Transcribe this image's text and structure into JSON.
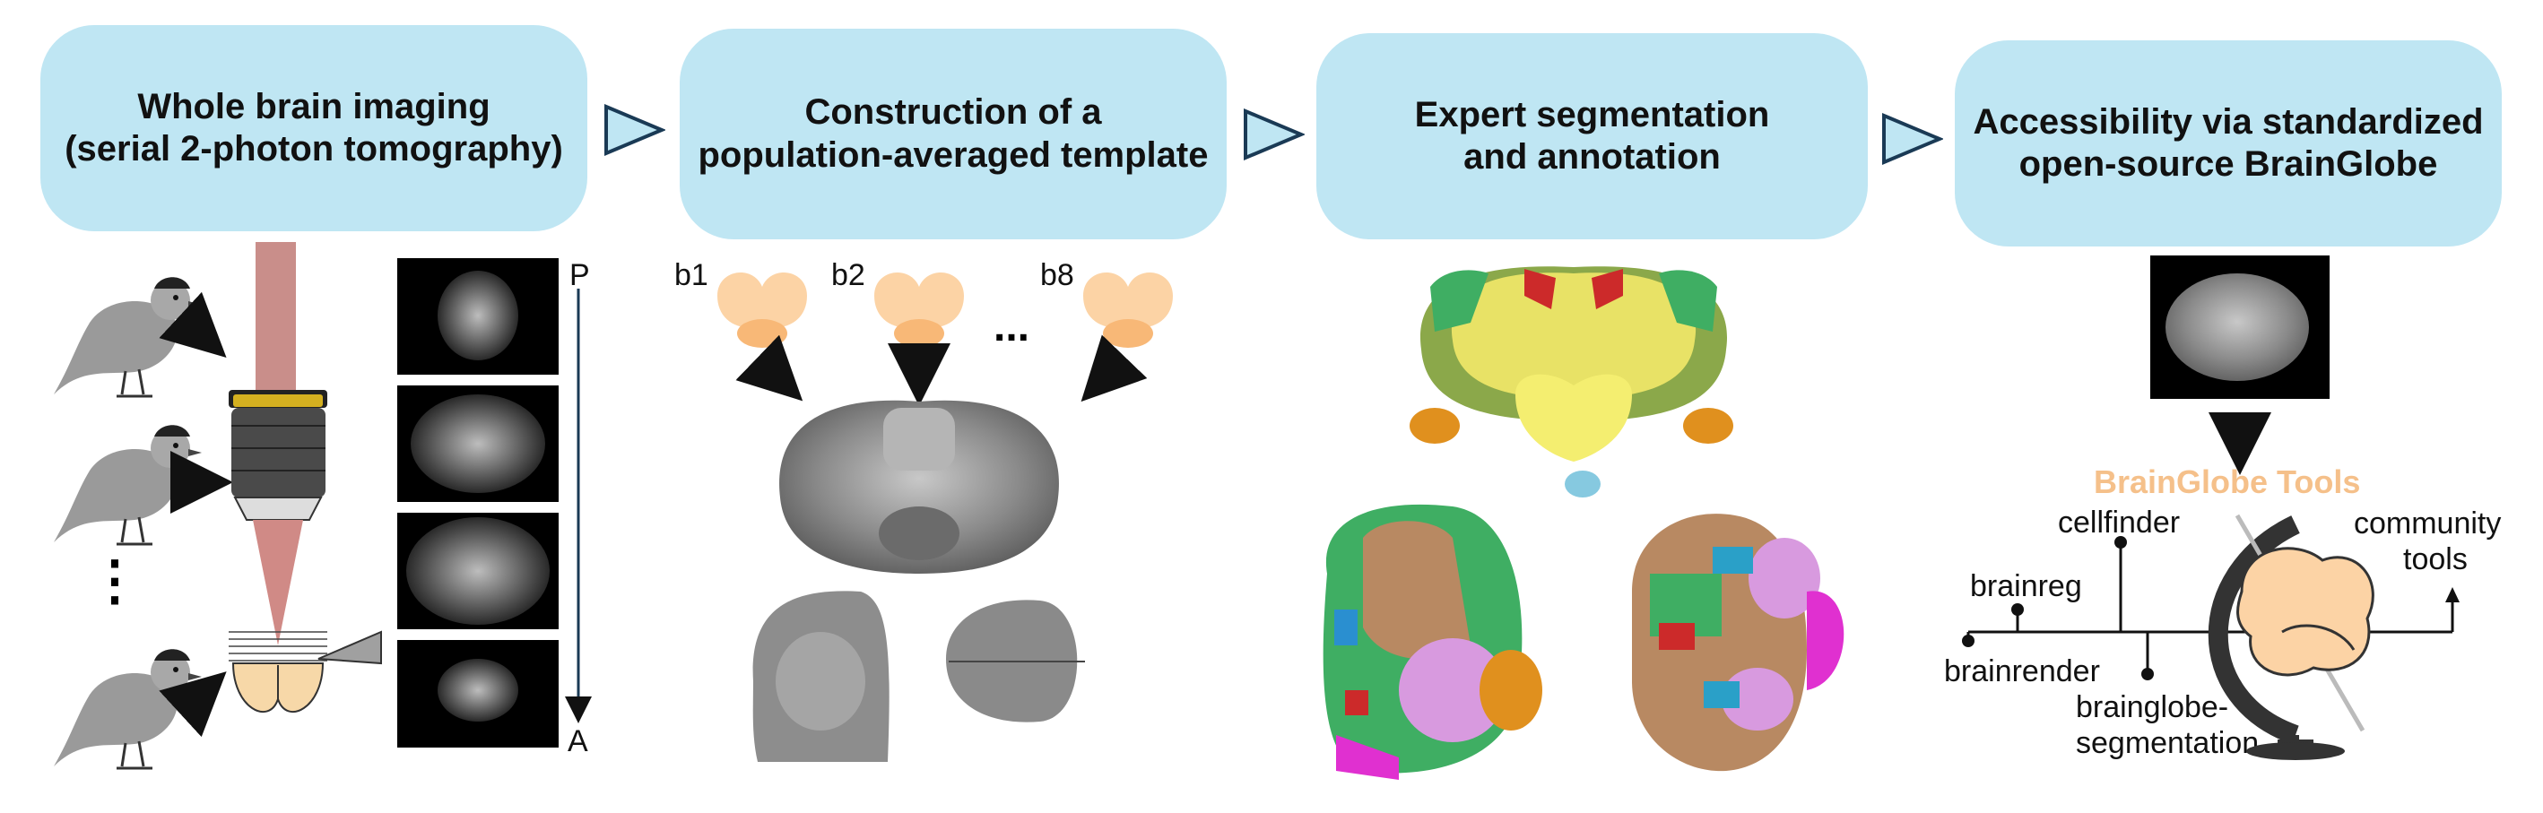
{
  "steps": [
    {
      "title": "Whole brain imaging\n(serial 2-photon tomography)"
    },
    {
      "title": "Construction of a\npopulation-averaged template"
    },
    {
      "title": "Expert segmentation\nand annotation"
    },
    {
      "title": "Accessibility via standardized\nopen-source BrainGlobe"
    }
  ],
  "imaging": {
    "axis_top": "P",
    "axis_bottom": "A",
    "ellipsis": "⋮"
  },
  "template": {
    "samples": [
      "b1",
      "b2",
      "b8"
    ],
    "ellipsis": "..."
  },
  "brainglobe": {
    "header": "BrainGlobe Tools",
    "tools": [
      "cellfinder",
      "brainreg",
      "brainrender",
      "brainglobe-",
      "segmentation",
      "community",
      "tools"
    ]
  },
  "colors": {
    "box_fill": "#bfe6f3",
    "arrow_fill": "#bfe6f3",
    "arrow_stroke": "#1a3a55",
    "accent": "#f5c08a"
  }
}
